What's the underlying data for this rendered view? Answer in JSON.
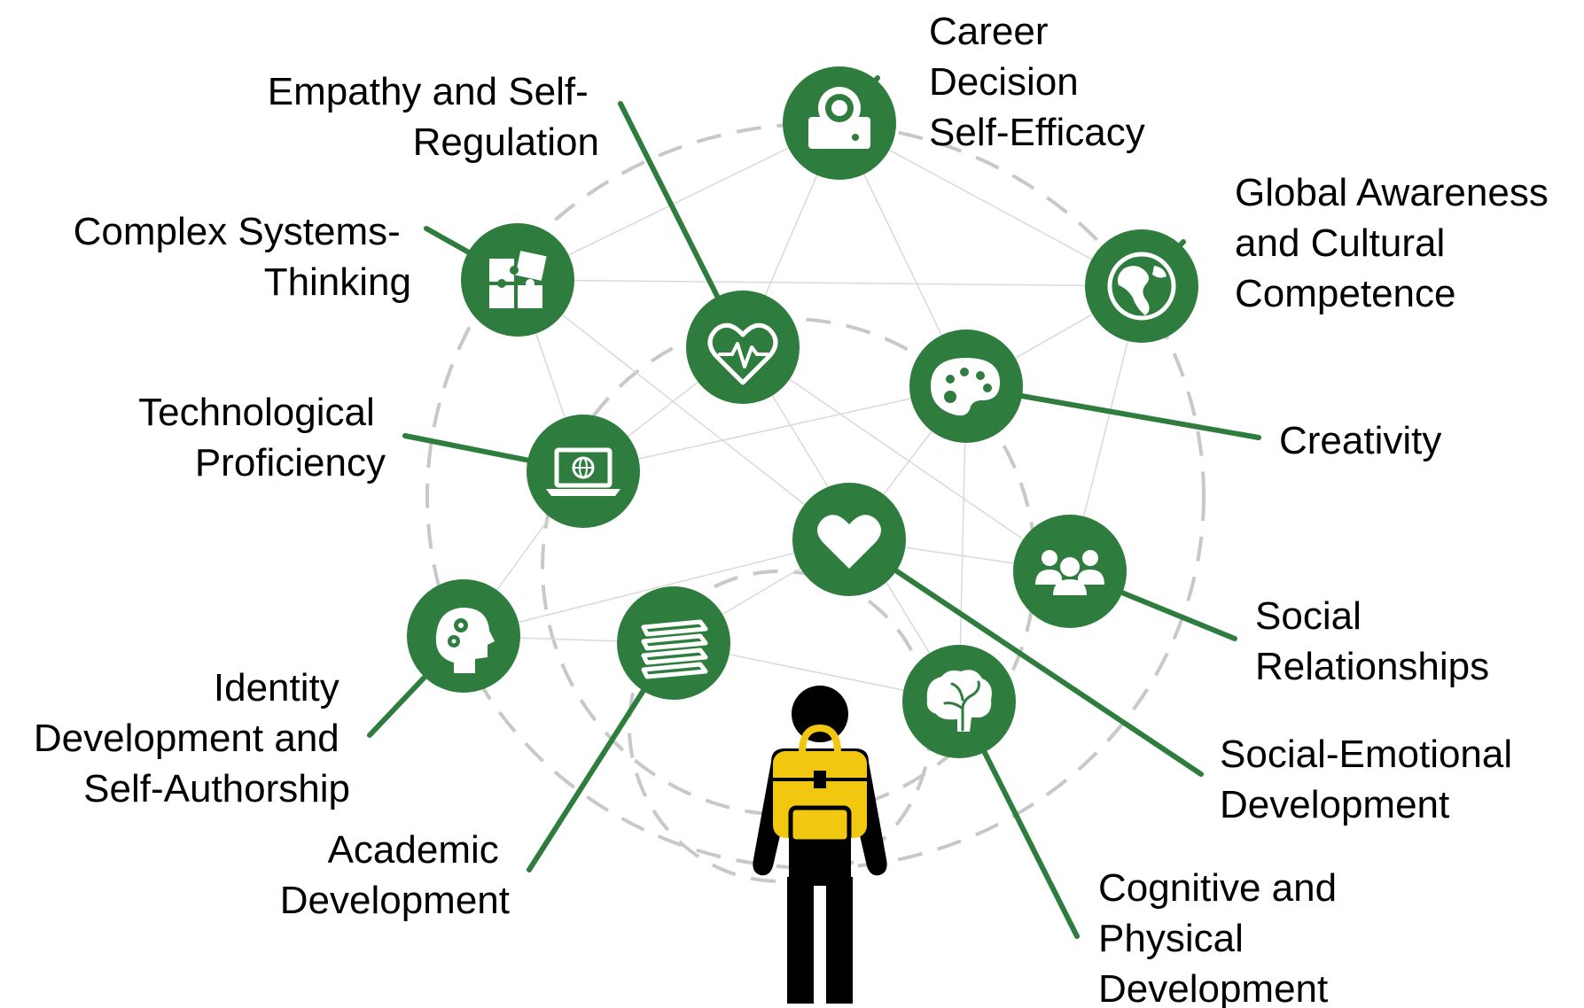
{
  "colors": {
    "node_green": "#2e7d3e",
    "backpack_yellow": "#f2c70f",
    "person_black": "#000000",
    "ring_gray": "#c8c8c8"
  },
  "center_figure": "student-with-backpack",
  "nodes": [
    {
      "id": "career",
      "icon": "astronaut-helmet-icon",
      "label_lines": [
        "Career",
        "Decision",
        "Self-Efficacy"
      ]
    },
    {
      "id": "global",
      "icon": "globe-icon",
      "label_lines": [
        "Global Awareness",
        "and Cultural",
        "Competence"
      ]
    },
    {
      "id": "creativity",
      "icon": "paint-palette-icon",
      "label_lines": [
        "Creativity"
      ]
    },
    {
      "id": "social-rel",
      "icon": "group-of-people-icon",
      "label_lines": [
        "Social",
        "Relationships"
      ]
    },
    {
      "id": "social-emo",
      "icon": "heart-icon",
      "label_lines": [
        "Social-Emotional",
        "Development"
      ]
    },
    {
      "id": "cognitive",
      "icon": "brain-icon",
      "label_lines": [
        "Cognitive and",
        "Physical",
        "Development"
      ]
    },
    {
      "id": "academic",
      "icon": "stack-of-books-icon",
      "label_lines": [
        "Academic",
        "Development"
      ]
    },
    {
      "id": "identity",
      "icon": "head-with-gears-icon",
      "label_lines": [
        "Identity",
        "Development and",
        "Self-Authorship"
      ]
    },
    {
      "id": "tech",
      "icon": "laptop-globe-icon",
      "label_lines": [
        "Technological",
        "Proficiency"
      ]
    },
    {
      "id": "complex",
      "icon": "puzzle-pieces-icon",
      "label_lines": [
        "Complex Systems-",
        "Thinking"
      ]
    },
    {
      "id": "empathy",
      "icon": "heartbeat-icon",
      "label_lines": [
        "Empathy and Self-",
        "Regulation"
      ]
    }
  ]
}
